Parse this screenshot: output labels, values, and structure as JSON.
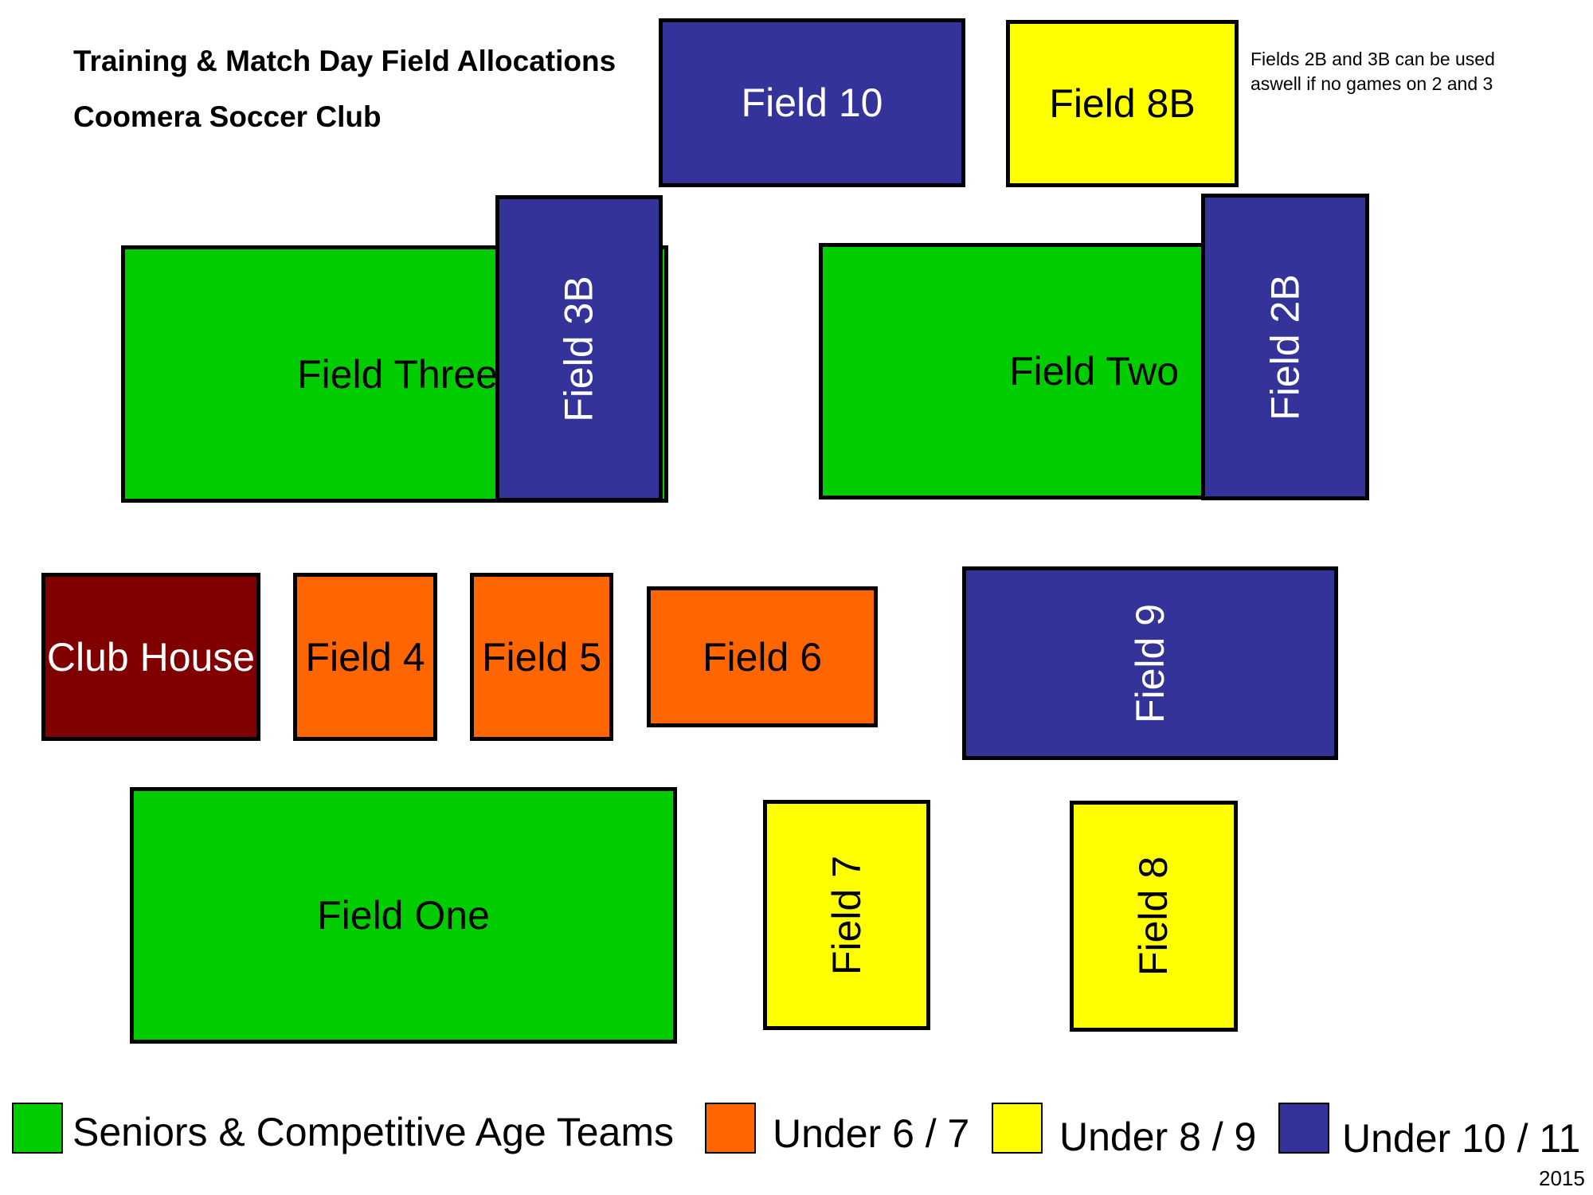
{
  "header": {
    "title_line1": "Training & Match Day Field Allocations",
    "title_line2": "Coomera Soccer Club"
  },
  "note": {
    "line1": "Fields 2B and 3B can be used",
    "line2": "aswell if no games on 2 and 3"
  },
  "fields": {
    "field10": "Field  10",
    "field8b": "Field 8B",
    "field3": "Field Three",
    "field3b": "Field  3B",
    "field2": "Field Two",
    "field2b": "Field  2B",
    "clubhouse": "Club House",
    "field4": "Field 4",
    "field5": "Field 5",
    "field6": "Field 6",
    "field9": "Field 9",
    "field1": "Field One",
    "field7": "Field 7",
    "field8": "Field 8"
  },
  "legend": {
    "seniors": "Seniors & Competitive Age Teams",
    "u67": "Under 6 / 7",
    "u89": "Under 8 / 9",
    "u1011": "Under 10 / 11"
  },
  "colors": {
    "green": "#00cc00",
    "orange": "#ff6600",
    "yellow": "#ffff00",
    "blue": "#333399",
    "maroon": "#800000"
  },
  "year": "2015"
}
